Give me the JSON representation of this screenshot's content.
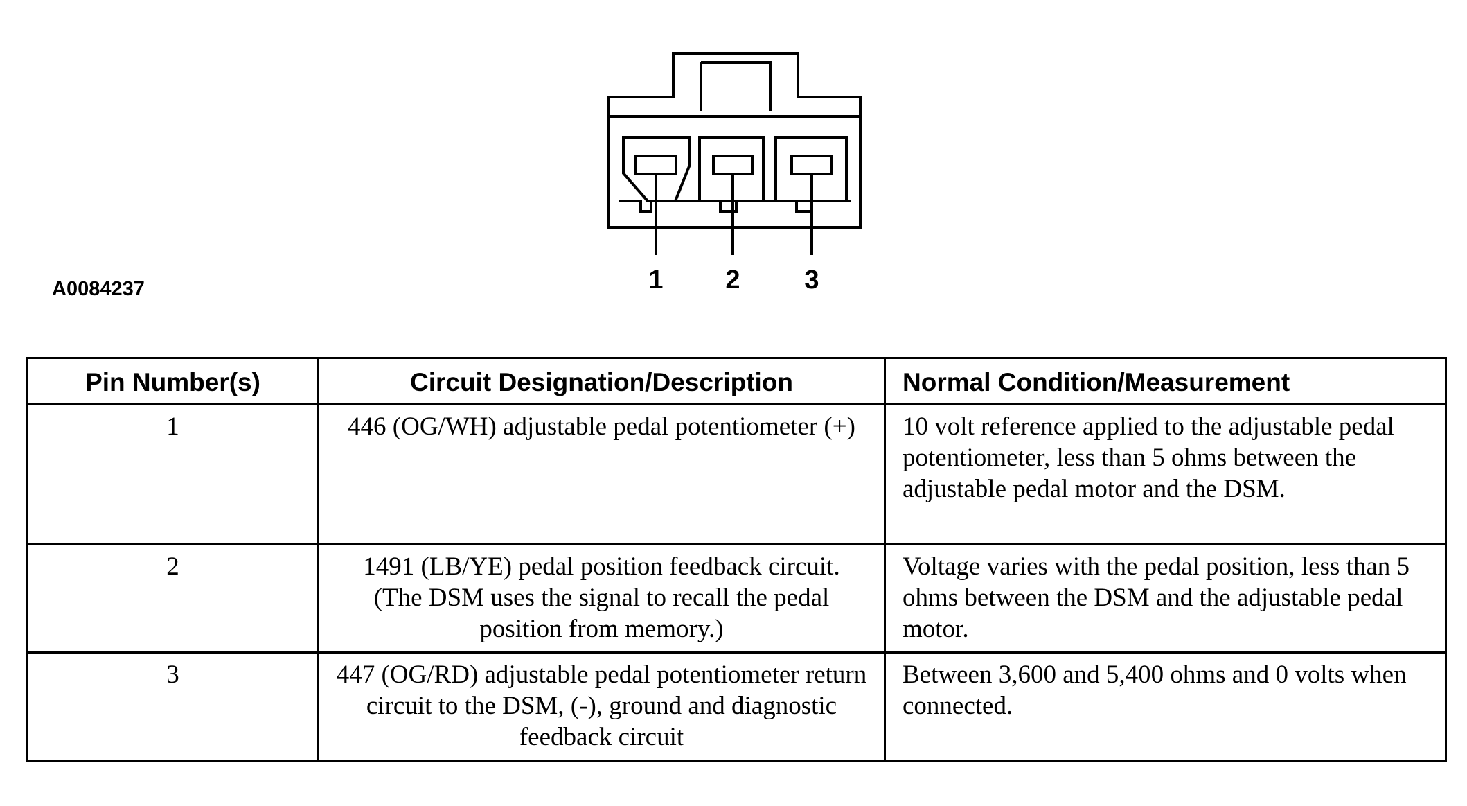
{
  "figure": {
    "id": "A0084237",
    "pin_labels": [
      "1",
      "2",
      "3"
    ]
  },
  "table": {
    "headers": [
      "Pin Number(s)",
      "Circuit Designation/Description",
      "Normal Condition/Measurement"
    ],
    "rows": [
      {
        "pin": "1",
        "description": "446 (OG/WH) adjustable pedal potentiometer (+)",
        "measurement": "10 volt reference applied to the adjustable pedal potentiometer, less than 5 ohms between the adjustable pedal motor and the DSM."
      },
      {
        "pin": "2",
        "description": "1491 (LB/YE) pedal position feedback circuit. (The DSM uses the signal to recall the pedal position from memory.)",
        "measurement": "Voltage varies with the pedal position, less than 5 ohms between the DSM and the adjustable pedal motor."
      },
      {
        "pin": "3",
        "description": "447 (OG/RD) adjustable pedal potentiometer return circuit to the DSM, (-), ground and diagnostic feedback circuit",
        "measurement": "Between 3,600 and 5,400 ohms and 0 volts when connected."
      }
    ]
  }
}
